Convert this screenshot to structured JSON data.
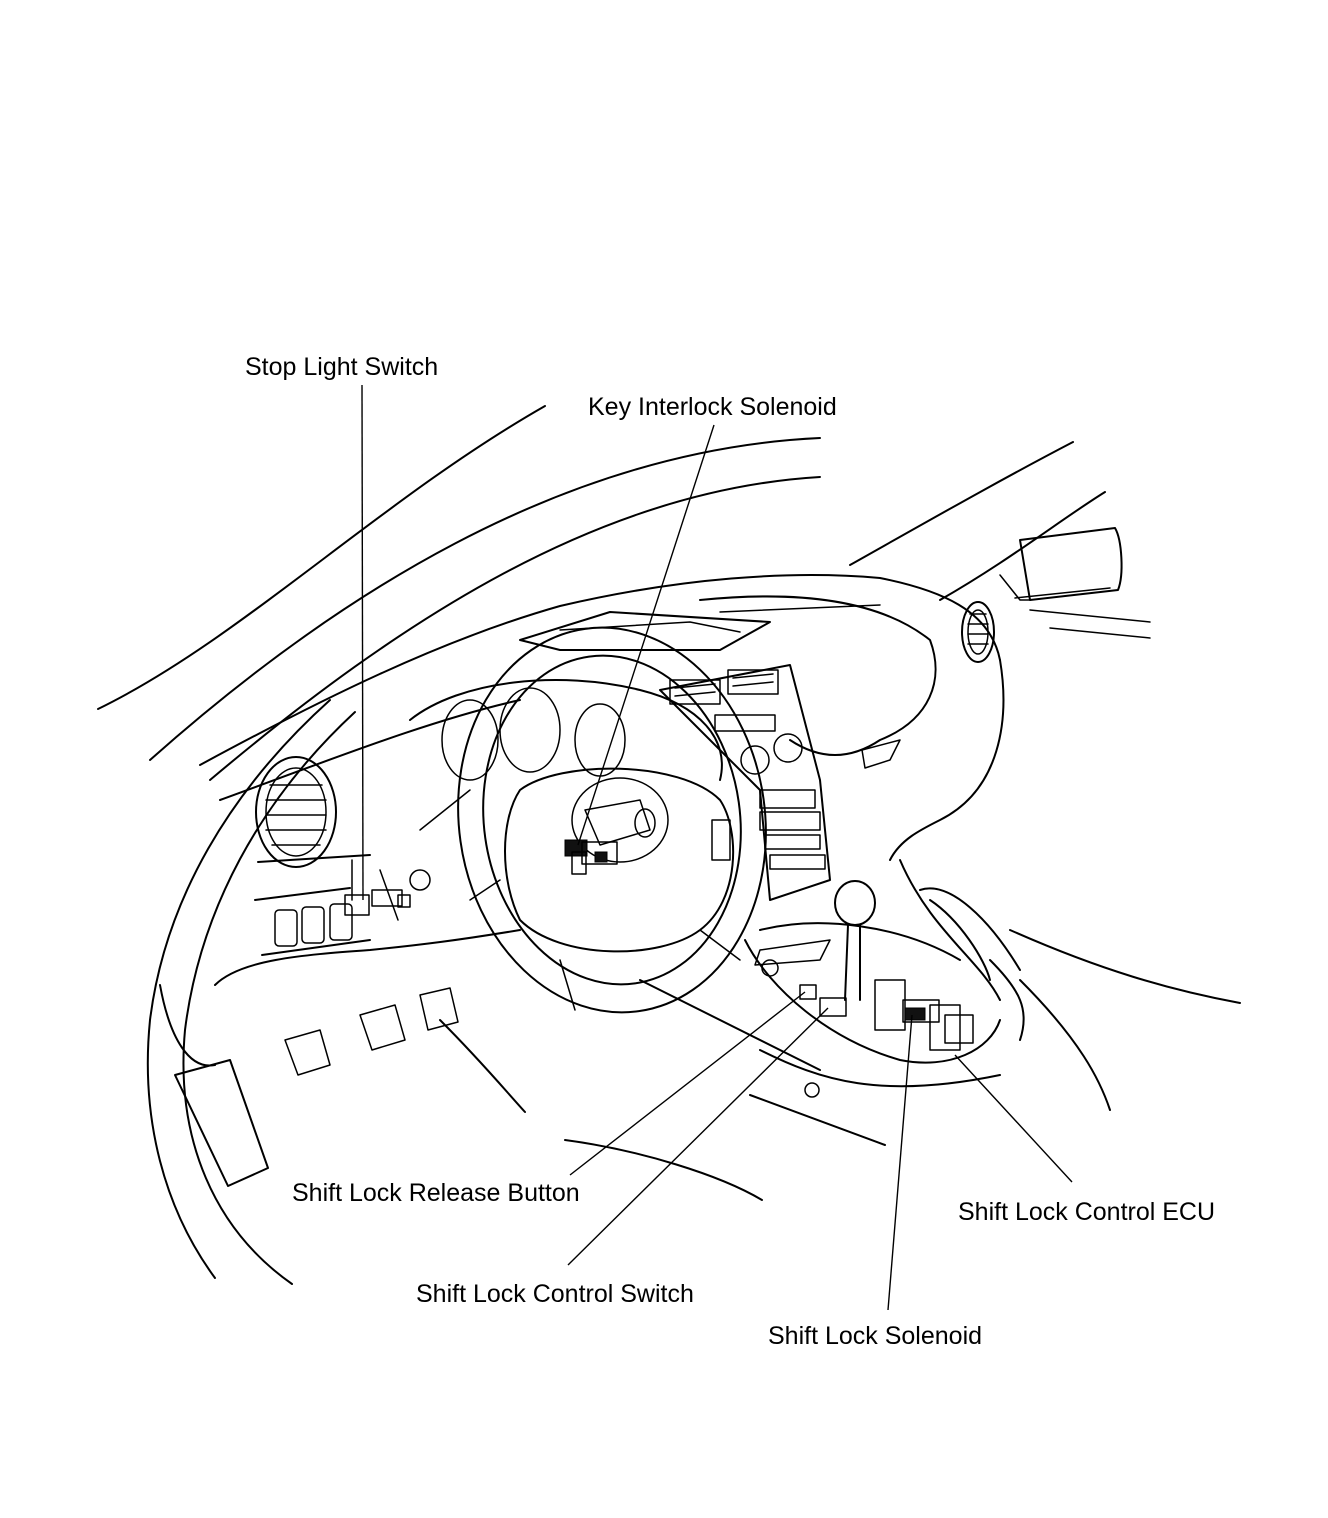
{
  "labels": {
    "stop_light_switch": "Stop Light Switch",
    "key_interlock_solenoid": "Key Interlock Solenoid",
    "shift_lock_release_button": "Shift Lock Release Button",
    "shift_lock_control_ecu": "Shift Lock Control ECU",
    "shift_lock_control_switch": "Shift Lock Control Switch",
    "shift_lock_solenoid": "Shift Lock Solenoid"
  },
  "colors": {
    "line": "#000000",
    "background": "#ffffff"
  }
}
